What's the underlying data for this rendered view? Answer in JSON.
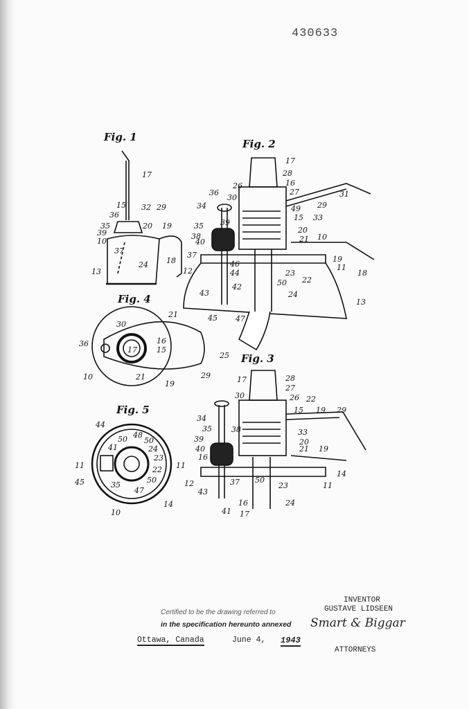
{
  "patent_number": "430633",
  "figures": {
    "fig1": {
      "label": "Fig. 1",
      "numerals": [
        "17",
        "15",
        "36",
        "32",
        "29",
        "35",
        "39",
        "20",
        "19",
        "10",
        "37",
        "24",
        "13",
        "18"
      ]
    },
    "fig2": {
      "label": "Fig. 2",
      "numerals": [
        "17",
        "28",
        "16",
        "26",
        "27",
        "31",
        "36",
        "30",
        "34",
        "29",
        "35",
        "39",
        "49",
        "15",
        "33",
        "38",
        "20",
        "40",
        "21",
        "10",
        "37",
        "19",
        "12",
        "46",
        "44",
        "50",
        "23",
        "22",
        "11",
        "18",
        "43",
        "42",
        "24",
        "13",
        "45",
        "47",
        "25"
      ]
    },
    "fig3": {
      "label": "Fig. 3",
      "numerals": [
        "17",
        "28",
        "27",
        "30",
        "26",
        "22",
        "34",
        "35",
        "15",
        "19",
        "29",
        "38",
        "33",
        "39",
        "20",
        "40",
        "16",
        "21",
        "19",
        "12",
        "37",
        "50",
        "14",
        "43",
        "11",
        "41",
        "16",
        "17",
        "23",
        "24"
      ]
    },
    "fig4": {
      "label": "Fig. 4",
      "numerals": [
        "21",
        "30",
        "16",
        "17",
        "15",
        "36",
        "10",
        "21",
        "19",
        "29"
      ]
    },
    "fig5": {
      "label": "Fig. 5",
      "numerals": [
        "44",
        "50",
        "48",
        "41",
        "24",
        "50",
        "23",
        "11",
        "11",
        "45",
        "35",
        "22",
        "50",
        "47",
        "10",
        "14"
      ]
    }
  },
  "certification": {
    "line1": "Certified to be the drawing referred to",
    "line2": "in the specification hereunto annexed",
    "place": "Ottawa, Canada",
    "date": "June 4,",
    "year": "1943"
  },
  "inventor": {
    "heading": "INVENTOR",
    "name": "GUSTAVE LIDSEEN"
  },
  "attorneys": {
    "signature": "Smart & Biggar",
    "heading": "ATTORNEYS"
  }
}
